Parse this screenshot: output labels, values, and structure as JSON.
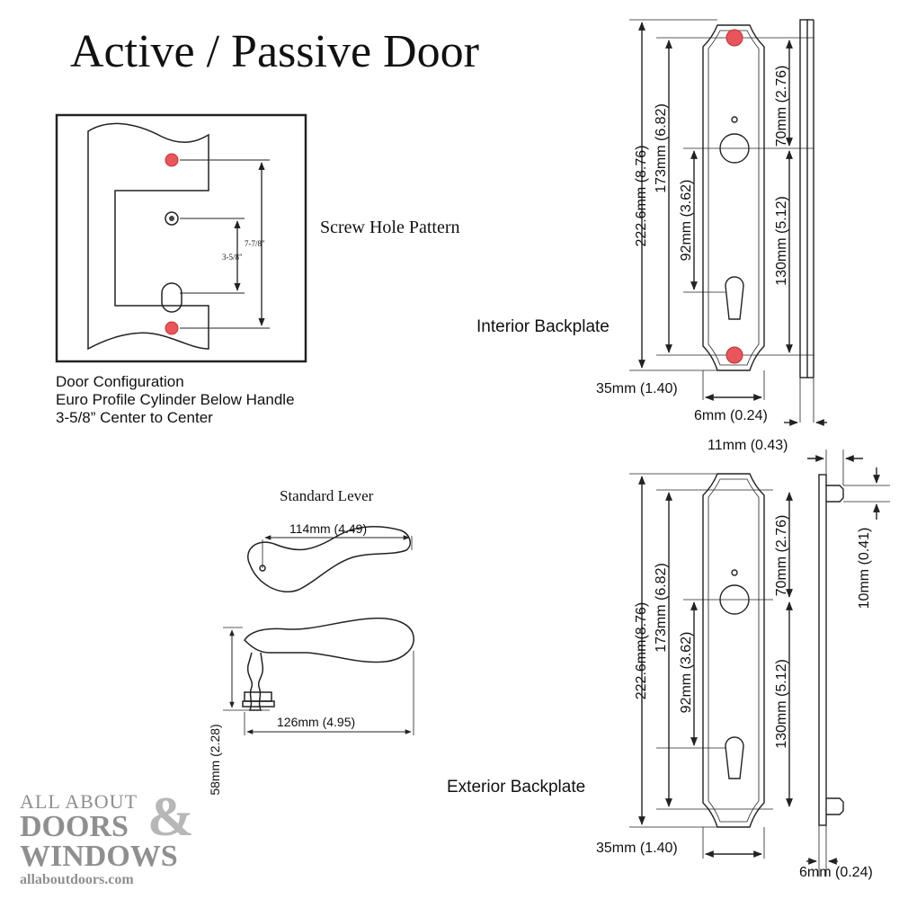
{
  "title": "Active / Passive Door",
  "screw_hole": {
    "label": "Screw Hole Pattern",
    "dim_outer": "7-7/8\"",
    "dim_inner": "3-5/8\""
  },
  "door_config": {
    "line1": "Door Configuration",
    "line2": "Euro Profile Cylinder Below Handle",
    "line3": "3-5/8” Center to Center"
  },
  "interior": {
    "label": "Interior Backplate",
    "dims": {
      "total": "222.6mm (8.76)",
      "screw": "173mm (6.82)",
      "center": "92mm (3.62)",
      "top": "70mm (2.76)",
      "lower": "130mm (5.12)",
      "width": "35mm (1.40)",
      "depth": "6mm (0.24)"
    }
  },
  "exterior": {
    "label": "Exterior Backplate",
    "dims": {
      "rose": "11mm (0.43)",
      "total": "222.6mm(8.76)",
      "screw": "173mm (6.82)",
      "center": "92mm (3.62)",
      "top": "70mm (2.76)",
      "lower": "130mm (5.12)",
      "pin": "10mm (0.41)",
      "width": "35mm (1.40)",
      "depth": "6mm (0.24)"
    }
  },
  "lever": {
    "title": "Standard Lever",
    "width": "114mm (4.49)",
    "length": "126mm (4.95)",
    "height": "58mm (2.28)"
  },
  "watermark": {
    "line1": "ALL ABOUT",
    "line2": "DOORS",
    "line3": "WINDOWS",
    "amp": "&",
    "url": "allaboutdoors.com"
  },
  "colors": {
    "line": "#222222",
    "screw_hole": "#e8555a",
    "watermark": "#8f8f8f"
  }
}
